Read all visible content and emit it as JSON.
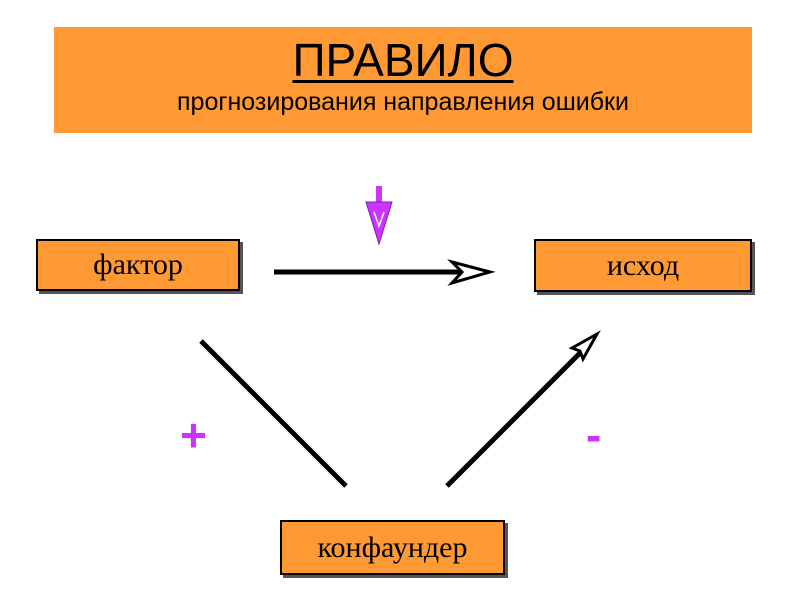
{
  "header": {
    "title": "ПРАВИЛО",
    "subtitle": "прогнозирования направления ошибки"
  },
  "nodes": {
    "factor": "фактор",
    "outcome": "исход",
    "confounder": "конфаундер"
  },
  "signs": {
    "factor_confounder": "+",
    "confounder_outcome": "-"
  },
  "colors": {
    "box_fill": "#FF9933",
    "arrow": "#000000",
    "sign": "#CC33FF",
    "bias_arrow": "#CC33FF"
  }
}
